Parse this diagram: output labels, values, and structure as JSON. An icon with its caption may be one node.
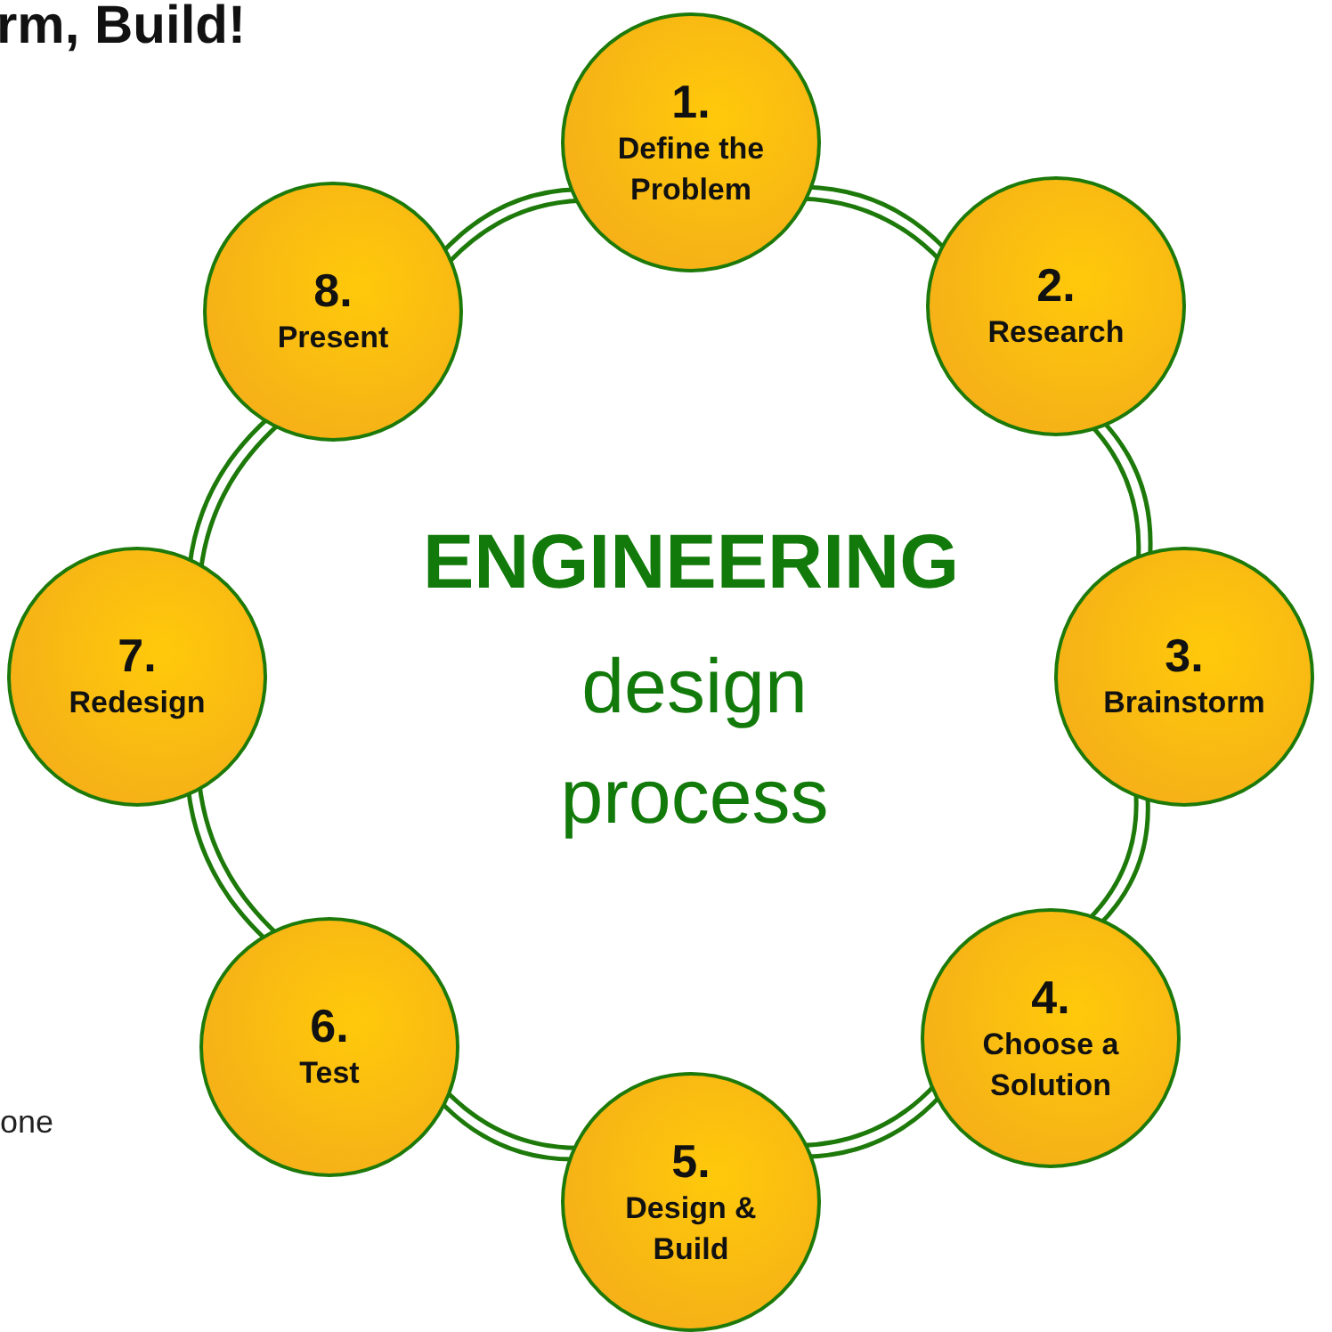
{
  "diagram": {
    "nodes": [
      {
        "text": [
          "1.",
          "Define the Problem"
        ]
      },
      {
        "text": [
          "2.",
          "Research"
        ]
      },
      {
        "text": [
          "3.",
          "Brainstorm"
        ]
      },
      {
        "text": [
          "4.",
          "Choose a Solution"
        ]
      },
      {
        "text": [
          "5.",
          "Design & Build"
        ]
      },
      {
        "text": [
          "6.",
          "Test"
        ]
      },
      {
        "text": [
          "7.",
          "Redesign"
        ]
      },
      {
        "text": [
          "8.",
          "Present"
        ]
      }
    ],
    "edges": [
      {
        "from": 0,
        "to": 1,
        "arrow": "none"
      },
      {
        "from": 1,
        "to": 2,
        "arrow": "none"
      },
      {
        "from": 2,
        "to": 3,
        "arrow": "none"
      },
      {
        "from": 3,
        "to": 4,
        "arrow": "none"
      },
      {
        "from": 4,
        "to": 5,
        "arrow": "none"
      },
      {
        "from": 5,
        "to": 6,
        "arrow": "none"
      },
      {
        "from": 6,
        "to": 7,
        "arrow": "none"
      },
      {
        "from": 7,
        "to": 0,
        "arrow": "none"
      }
    ],
    "labels": [
      "rm, Build!",
      "ENGINEERING",
      "design process",
      "one"
    ]
  }
}
